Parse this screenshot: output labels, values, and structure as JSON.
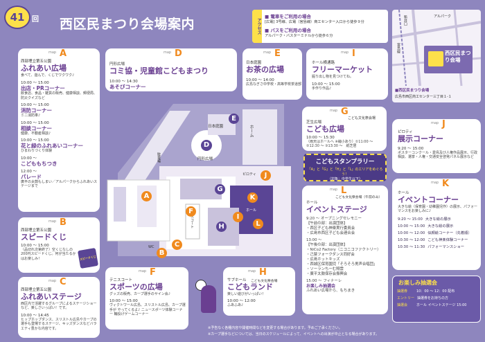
{
  "header": {
    "edition_number": "41",
    "edition_suffix": "回",
    "title": "西区民まつり会場案内"
  },
  "access": {
    "train_label": "電車をご利用の場合",
    "train_text": "[広電] 3号線、広電（宮島線）商工センター入口から徒歩９分",
    "bus_label": "バスをご利用の場合",
    "bus_text": "アルパーク・バスターミナルから徒歩６分",
    "side_label": "アクセス"
  },
  "locator_map": {
    "station": "新井口",
    "road": "宮島線",
    "place": "アルパーク",
    "venue_label": "西区民まつり会場",
    "legend_line1": "■西区民まつり会場",
    "legend_line2": "広島市西区商工センター三丁目１-１"
  },
  "areas": {
    "a": {
      "letter": "A",
      "map": "map",
      "subtitle": "西部埋立第五公園",
      "title": "ふれあい広場",
      "tagline": "食べて、遊んで、くじでワクワク♪",
      "items": [
        {
          "time": "10:00 ～ 15:00",
          "name": "出店・PRコーナー",
          "desc": "飲食店、食品・雑貨の販売、健康相談、郵便局、防災クイズなど"
        },
        {
          "time": "10:00 ～ 15:00",
          "name": "消防コーナー",
          "desc": "ミニ消防車♪"
        },
        {
          "time": "10:00 ～ 15:00",
          "name": "相談コーナー",
          "desc": "健康、不動産相談♪"
        },
        {
          "time": "10:00 ～ 15:00",
          "name": "花と緑のふれあいコーナー",
          "desc": "ひまわりづくり体験"
        },
        {
          "time": "10:00 ～",
          "name": "こどももちつき",
          "desc": ""
        },
        {
          "time": "12:00 ～",
          "name": "パレード",
          "desc": "廣平の太鼓もしまい／アルパークからふれあいステージまで"
        }
      ]
    },
    "b": {
      "letter": "B",
      "map": "map",
      "subtitle": "西部埋立第五公園",
      "title": "スピードくじ",
      "time": "10:00 ～ 15:00",
      "desc": "（品切れ次第終了）空くじなしの200円スピードくじ。何が当たるかはお楽しみ！",
      "badge": "スピードくじ"
    },
    "c": {
      "letter": "C",
      "map": "map",
      "subtitle": "西部埋立第五公園",
      "title": "ふれあいステージ",
      "desc": "西区内で活躍するグループによるステージショーなど、楽しさいっぱい！です。",
      "time": "10:00 ～ 14:45",
      "desc2": "ヒップホップダンス、スリストル広島やカープの選手も登場するステージ、キッズダンスなどバラエティ豊かな内容です。"
    },
    "d": {
      "letter": "D",
      "map": "map",
      "subtitle": "円形広場",
      "title": "コミ協・児童館こどもまつり",
      "time": "10:00 ～ 14:30",
      "desc": "あそびコーナー"
    },
    "e": {
      "letter": "E",
      "map": "map",
      "subtitle": "日本庭園",
      "title": "お茶の広場",
      "time": "10:00 ～ 14:00",
      "desc": "広島なぎさ中学校・高等学校茶道部"
    },
    "i": {
      "letter": "I",
      "map": "map",
      "subtitle": "ホール横通路",
      "title": "フリーマーケット",
      "desc": "掘り出し物を見つけてね。",
      "time": "10:00 ～ 15:00",
      "desc2": "手作り作品♪"
    },
    "g": {
      "letter": "G",
      "map": "map",
      "subtitle": "芝生広場",
      "org": "こども文化祭会場",
      "title": "こども広場",
      "time": "10:00 ～ 15:30",
      "desc": "（雨天はホールへ ※縮小あり）①11:00 ～ ②12:30 ～ ③13:30 ～　紙芝居"
    },
    "stamp": {
      "title": "こどもスタンプラリー",
      "line1": "「A」と「G」と「H」と「L」のエリアをめぐろう！",
      "line2": "（対象：中学生以下）"
    },
    "j": {
      "letter": "J",
      "map": "map",
      "subtitle": "ピロティ",
      "title": "展示コーナー",
      "time": "9:20 ～ 15:00",
      "desc": "ポスターコンクール・愛鳥及び人権作品展示、行政相談、選挙・人権・交通安全啓発パネル展示など"
    },
    "k": {
      "letter": "K",
      "map": "map",
      "subtitle": "ホール",
      "title": "イベントコーナー",
      "desc": "大きな絵（保育園・幼稚園児作）の展示、パフォーマンスをお楽しみに♪",
      "schedule": [
        {
          "time": "9:20 ～ 15:00",
          "name": "大きな絵の展示"
        },
        {
          "time": "10:00 ～ 15:00",
          "name": "大きな絵の展示"
        },
        {
          "time": "10:00 ～ 12:00",
          "name": "似顔絵コーナー（先着順）"
        },
        {
          "time": "10:30 ～ 12:00",
          "name": "こども神楽体験コーナー"
        },
        {
          "time": "10:30 ～ 11:30",
          "name": "パフォーマンスショー"
        }
      ]
    },
    "l": {
      "letter": "L",
      "map": "map",
      "subtitle": "ホール",
      "org": "こども文化祭会場（午前のみ）",
      "title": "イベントステージ",
      "program": [
        "9:20 ～ オープニングセレモニー",
        "【午前の部：出演団体】",
        "・西区子ども神楽実行委員会",
        "・広島市西区子ども会連合会",
        "13:00 ～",
        "【午後の部：出演団体】",
        "・NiCo2 Factory（ニコニコファクトリー）",
        "・己斐フォークダンス同好会",
        "・広島ホットキッズ",
        "・西城区保育園児「そろそろ男声合唱団」",
        "・ソーランちーむ翔雲",
        "・廣平太鼓保存会振興会",
        "15:00 ～ フィナーレ",
        "お楽しみ抽選会",
        "ふれあい広場から、もちまき"
      ]
    },
    "f": {
      "letter": "F",
      "map": "map",
      "subtitle": "テニスコート",
      "title": "スポーツの広場",
      "desc": "グッズの販売、カープ選手のサイン会♪",
      "time": "10:00 ～ 15:00",
      "desc2": "ヴィクトワール広島、スリストル広島、カープ選手が やってくるよ♪ ニュースポーツ体験コーナー 輪投げゲームコーナー"
    },
    "h": {
      "letter": "H",
      "map": "map",
      "subtitle": "サブホール",
      "org": "こども文化祭会場",
      "title": "こどもランド",
      "desc": "楽しい遊びがいっぱい！",
      "time": "10:00 ～ 12:00",
      "desc2": "ふあふあ♪"
    }
  },
  "lottery": {
    "title": "お楽しみ抽選会",
    "rows": [
      {
        "label": "抽選券",
        "text": "10：00 ～ 12：00 配布"
      },
      {
        "label": "エントリー",
        "text": "抽選券をお持ちの方"
      },
      {
        "label": "抽選会",
        "text": "ホール イベントステージ 15:00"
      }
    ]
  },
  "site_map": {
    "labels": {
      "tea_garden": "日本庭園",
      "round_plaza": "円形広場",
      "pilotis": "ピロティ",
      "hall": "ホール",
      "tennis": "テニスコート",
      "parking": "駐車場",
      "wc": "WC",
      "plaza": "ホーム"
    },
    "markers": [
      "A",
      "B",
      "C",
      "D",
      "E",
      "F",
      "G",
      "H",
      "I",
      "J",
      "K",
      "L"
    ]
  },
  "footer": {
    "note1": "※予告なく各種内容や開催時間などを変更する場合があります。予めご了承ください。",
    "note2": "※カープ選手などについては、当日のスケジュールによって、イベントへの出演が中止となる場合があります。"
  },
  "colors": {
    "background": "#8e86be",
    "accent_purple": "#6a3f91",
    "accent_orange": "#f08a1e",
    "stamp_bg": "#4b3a86"
  }
}
